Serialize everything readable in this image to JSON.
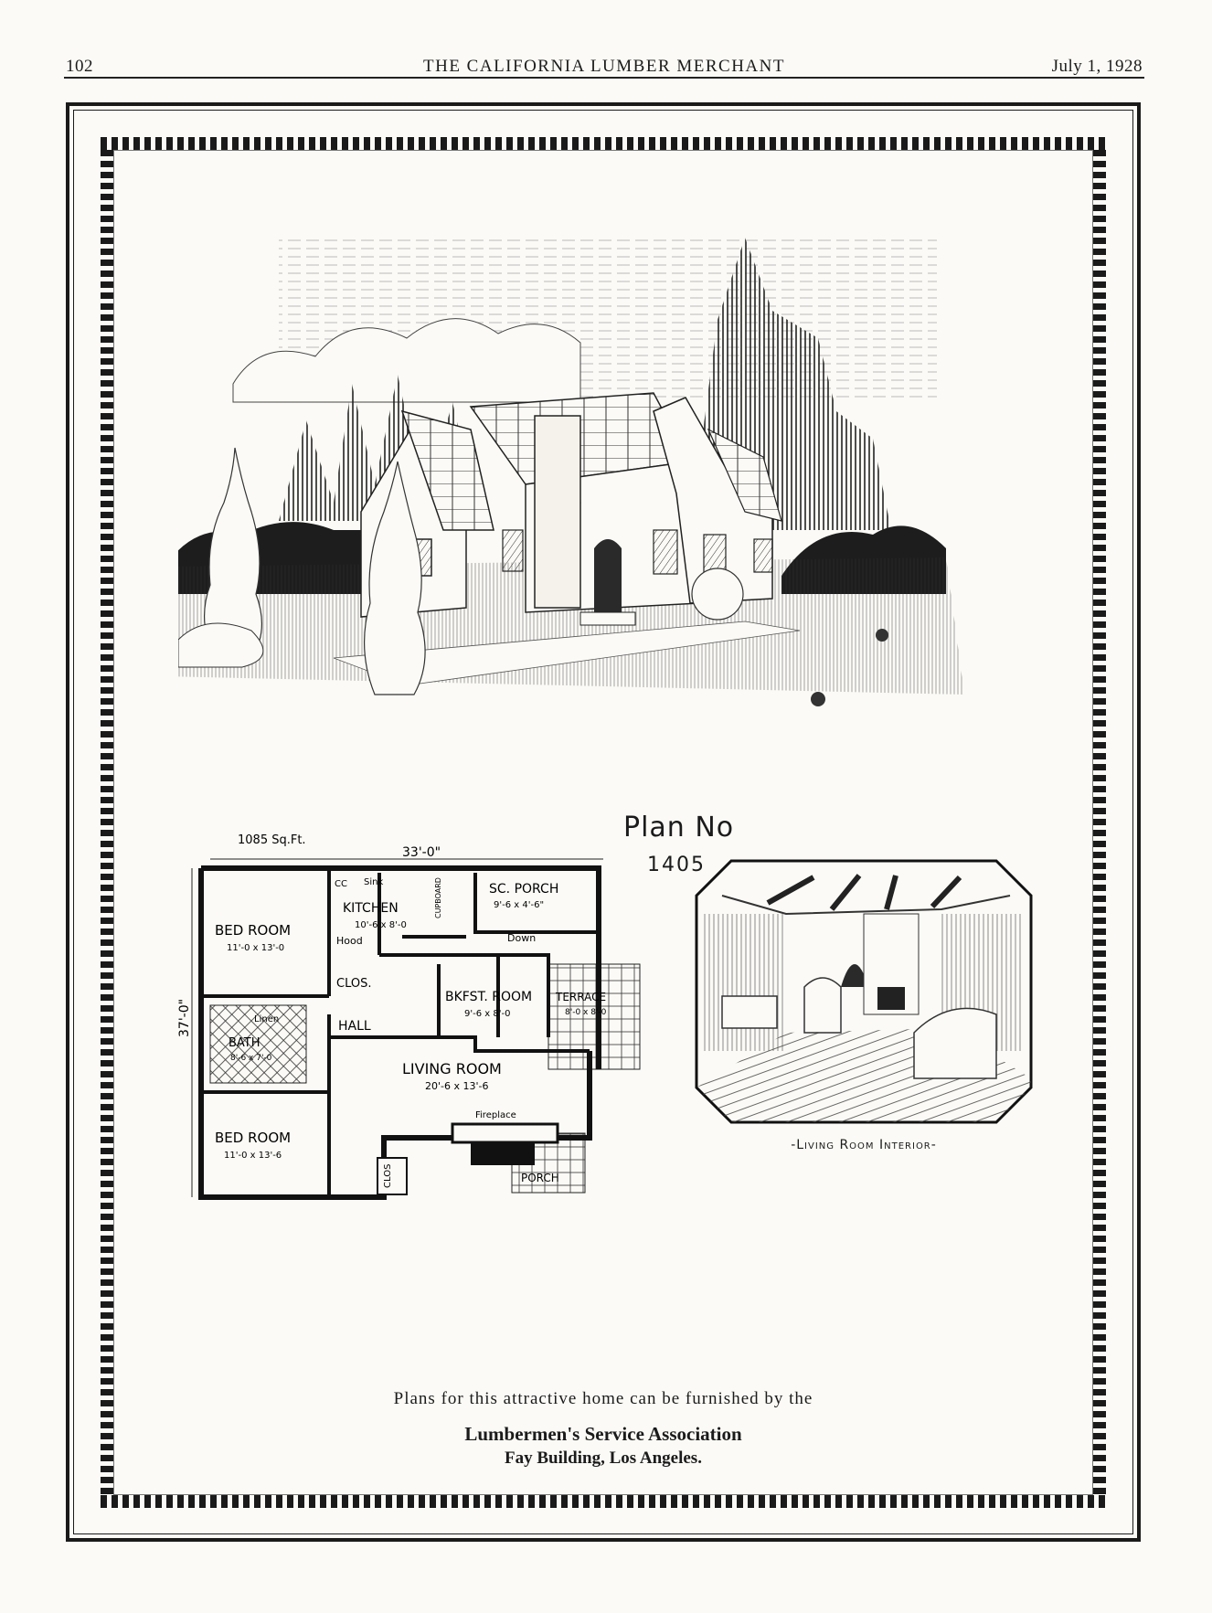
{
  "header": {
    "page_number": "102",
    "publication": "THE CALIFORNIA LUMBER MERCHANT",
    "date": "July 1, 1928"
  },
  "plan": {
    "title": "Plan No",
    "number": "1405",
    "area": "1085 Sq.Ft.",
    "width_dim": "33'-0\"",
    "depth_dim": "37'-0\"",
    "rooms": [
      {
        "name": "BED ROOM",
        "size": "11'-0 x 13'-0"
      },
      {
        "name": "KITCHEN",
        "size": "10'-6 x 8'-0"
      },
      {
        "name": "SC. PORCH",
        "size": "9'-6 x 4'-6\""
      },
      {
        "name": "BKFST. ROOM",
        "size": "9'-6 x 8'-0"
      },
      {
        "name": "TERRACE",
        "size": "8'-0 x 8'-0"
      },
      {
        "name": "BATH",
        "size": "8'-6 x 7'-0"
      },
      {
        "name": "LIVING ROOM",
        "size": "20'-6 x 13'-6"
      },
      {
        "name": "BED ROOM",
        "size": "11'-0 x 13'-6"
      }
    ],
    "labels": {
      "cc": "CC",
      "sink": "Sink",
      "cupboard": "CUPBOARD",
      "hood": "Hood",
      "down": "Down",
      "clos": "CLOS.",
      "linen": "Linen",
      "hall": "HALL",
      "fireplace": "Fireplace",
      "clos2": "CLOS",
      "porch": "PORCH"
    }
  },
  "interior_caption": "-Living Room Interior-",
  "credits": {
    "line1": "Plans for this attractive home can be furnished by the",
    "line2": "Lumbermen's Service Association",
    "line3": "Fay Building, Los Angeles."
  }
}
